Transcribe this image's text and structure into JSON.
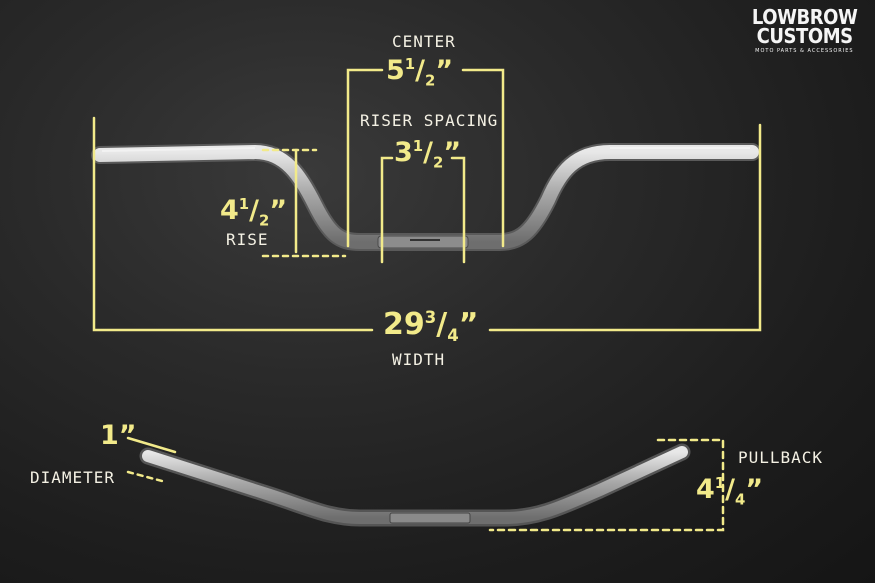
{
  "logo": {
    "line1": "LOWBROW",
    "line2": "CUSTOMS",
    "tagline": "MOTO PARTS & ACCESSORIES"
  },
  "dimensions": {
    "center": {
      "label": "CENTER",
      "whole": "5",
      "num": "1",
      "den": "2"
    },
    "riser": {
      "label": "RISER SPACING",
      "whole": "3",
      "num": "1",
      "den": "2"
    },
    "rise": {
      "label": "RISE",
      "whole": "4",
      "num": "1",
      "den": "2"
    },
    "width": {
      "label": "WIDTH",
      "whole": "29",
      "num": "3",
      "den": "4"
    },
    "diameter": {
      "label": "DIAMETER",
      "whole": "1"
    },
    "pullback": {
      "label": "PULLBACK",
      "whole": "4",
      "num": "1",
      "den": "4"
    }
  },
  "colors": {
    "chalk_yellow": "#f2ea8a",
    "chalk_white": "#f4f1e4",
    "board": "#262626",
    "chrome": "#b5b5b5"
  }
}
